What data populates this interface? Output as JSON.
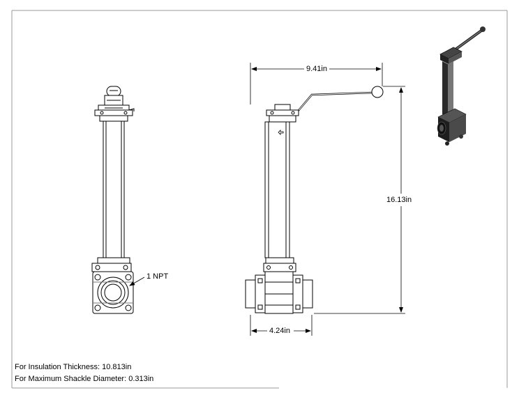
{
  "dimensions": {
    "width": "9.41in",
    "height": "16.13in",
    "body_width": "4.24in"
  },
  "callout": {
    "port": "1 NPT"
  },
  "notes": {
    "insulation": "For Insulation Thickness: 10.813in",
    "shackle": "For Maximum Shackle Diameter: 0.313in"
  }
}
